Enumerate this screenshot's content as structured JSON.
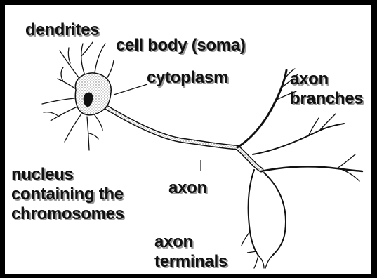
{
  "labels": {
    "dendrites": "dendrites",
    "cell_body": "cell body (soma)",
    "cytoplasm": "cytoplasm",
    "axon_branches_line1": "axon",
    "axon_branches_line2": "branches",
    "nucleus_line1": "nucleus",
    "nucleus_line2": "containing the",
    "nucleus_line3": "chromosomes",
    "axon": "axon",
    "axon_terminals_line1": "axon",
    "axon_terminals_line2": "terminals"
  },
  "colors": {
    "frame": "#000000",
    "background": "#ffffff",
    "ink": "#111111",
    "stipple": "#7a7a7a"
  }
}
